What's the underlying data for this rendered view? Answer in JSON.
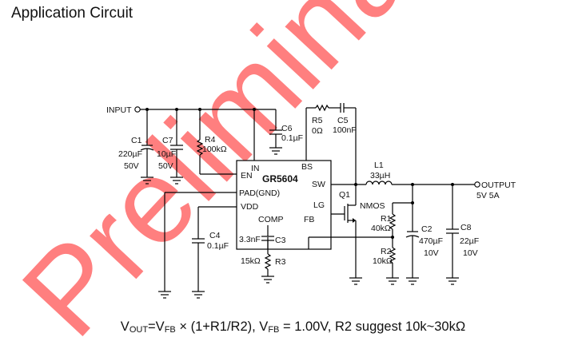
{
  "title": "Application Circuit",
  "watermark": "Preliminary",
  "watermark_color": "#ff7f7f",
  "ic": {
    "name": "GR5604",
    "pins": {
      "en": "EN",
      "in": "IN",
      "bs": "BS",
      "sw": "SW",
      "pad": "PAD(GND)",
      "vdd": "VDD",
      "lg": "LG",
      "comp": "COMP",
      "fb": "FB"
    }
  },
  "ports": {
    "input": "INPUT",
    "output": "OUTPUT",
    "output_rating": "5V 5A"
  },
  "components": {
    "c1": {
      "ref": "C1",
      "value": "220µF",
      "rating": "50V"
    },
    "c7": {
      "ref": "C7",
      "value": "10µF",
      "rating": "50V"
    },
    "r4": {
      "ref": "R4",
      "value": "100kΩ"
    },
    "c6": {
      "ref": "C6",
      "value": "0.1µF"
    },
    "r5": {
      "ref": "R5",
      "value": "0Ω"
    },
    "c5": {
      "ref": "C5",
      "value": "100nF"
    },
    "l1": {
      "ref": "L1",
      "value": "33µH"
    },
    "q1": {
      "ref": "Q1",
      "type": "NMOS"
    },
    "r1": {
      "ref": "R1",
      "value": "40kΩ"
    },
    "r2": {
      "ref": "R2",
      "value": "10kΩ"
    },
    "c2": {
      "ref": "C2",
      "value": "470µF",
      "rating": "10V"
    },
    "c8": {
      "ref": "C8",
      "value": "22µF",
      "rating": "10V"
    },
    "c4": {
      "ref": "C4",
      "value": "0.1µF"
    },
    "c3": {
      "ref": "C3",
      "value": "3.3nF"
    },
    "r3": {
      "ref": "R3",
      "value": "15kΩ"
    }
  },
  "formula": {
    "v": "V",
    "out_sub": "OUT",
    "eq": "=V",
    "fb_sub": "FB",
    "mid": " × (1+R1/R2), V",
    "fb_sub2": "FB",
    "tail": " = 1.00V, R2 suggest 10k~30kΩ"
  }
}
